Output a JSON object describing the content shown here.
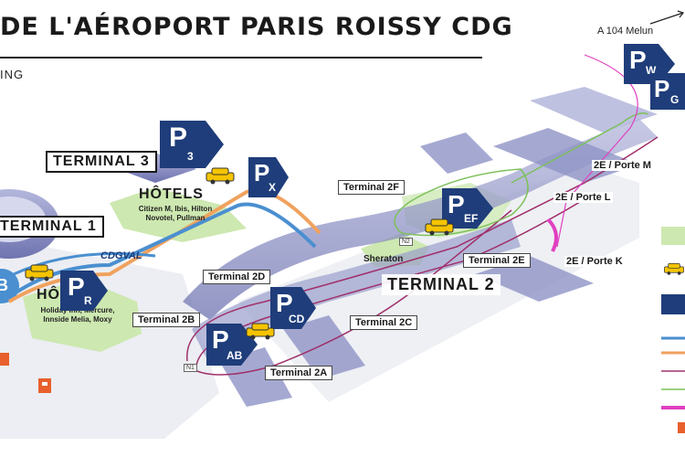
{
  "header": {
    "title": "DE L'AÉROPORT PARIS ROISSY CDG",
    "subtitle": "ING",
    "route": "A 104 Melun"
  },
  "terminals": {
    "t1": "TERMINAL 1",
    "t3": "TERMINAL 3",
    "t2": "TERMINAL 2"
  },
  "sub_terminals": {
    "t2a": "Terminal 2A",
    "t2b": "Terminal 2B",
    "t2c": "Terminal 2C",
    "t2d": "Terminal 2D",
    "t2e": "Terminal 2E",
    "t2f": "Terminal 2F"
  },
  "gates": {
    "porte_m": "2E / Porte M",
    "porte_l": "2E / Porte L",
    "porte_k": "2E / Porte K"
  },
  "hotels": {
    "north": {
      "title": "HÔTELS",
      "list": [
        "Citizen M, Ibis, Hilton",
        "Novotel, Pullman"
      ]
    },
    "south": {
      "title": "HÔTELS",
      "list": [
        "Holiday Inn, Mercure,",
        "Innside Melia, Moxy"
      ]
    },
    "sheraton": "Sheraton"
  },
  "transit": {
    "cdgval": "CDGVAL",
    "n1": "N1",
    "n2": "N2"
  },
  "parkings": [
    {
      "letter": "P",
      "sub": "3"
    },
    {
      "letter": "P",
      "sub": "X"
    },
    {
      "letter": "P",
      "sub": "R"
    },
    {
      "letter": "P",
      "sub": "CD"
    },
    {
      "letter": "P",
      "sub": "AB"
    },
    {
      "letter": "P",
      "sub": "EF"
    },
    {
      "letter": "P",
      "sub": "W"
    },
    {
      "letter": "P",
      "sub": "G"
    }
  ],
  "station_badge": "B",
  "colors": {
    "terminal_blue": "#8f93c6",
    "parking_navy": "#1f3d7a",
    "green_zone": "#cde8b0",
    "orange_line": "#f0a25e",
    "blue_line": "#4a8fd0",
    "purple_line": "#a0306a",
    "green_line": "#7dc05a",
    "magenta_line": "#e040c0",
    "taxi_yellow": "#f5c400"
  },
  "legend": {
    "items": [
      "green-zone",
      "taxi-icon",
      "parking-icon",
      "blue-line",
      "orange-line",
      "purple-line",
      "green-line",
      "magenta-line",
      "fuel-icon"
    ]
  }
}
